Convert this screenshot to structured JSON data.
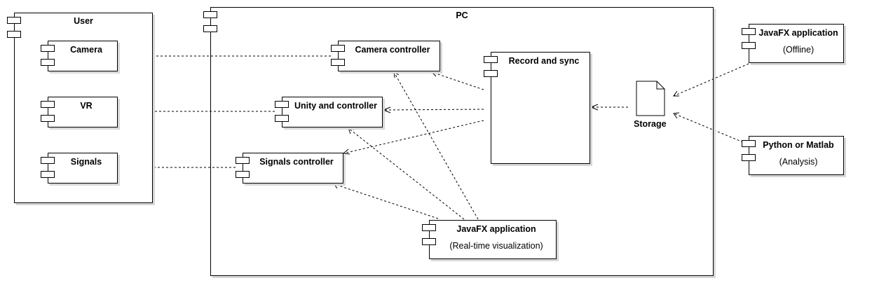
{
  "user": {
    "title": "User",
    "components": {
      "camera": "Camera",
      "vr": "VR",
      "signals": "Signals"
    }
  },
  "pc": {
    "title": "PC",
    "camera_controller": "Camera controller",
    "unity_controller": "Unity and controller",
    "signals_controller": "Signals controller",
    "record_sync": "Record and sync",
    "storage": "Storage",
    "javafx_rt": {
      "title": "JavaFX application",
      "subtitle": "(Real-time visualization)"
    }
  },
  "external": {
    "javafx_offline": {
      "title": "JavaFX application",
      "subtitle": "(Offline)"
    },
    "python_matlab": {
      "title": "Python or Matlab",
      "subtitle": "(Analysis)"
    }
  },
  "colors": {
    "stroke": "#000000",
    "shadow": "#d8d8d8",
    "background": "#ffffff"
  }
}
